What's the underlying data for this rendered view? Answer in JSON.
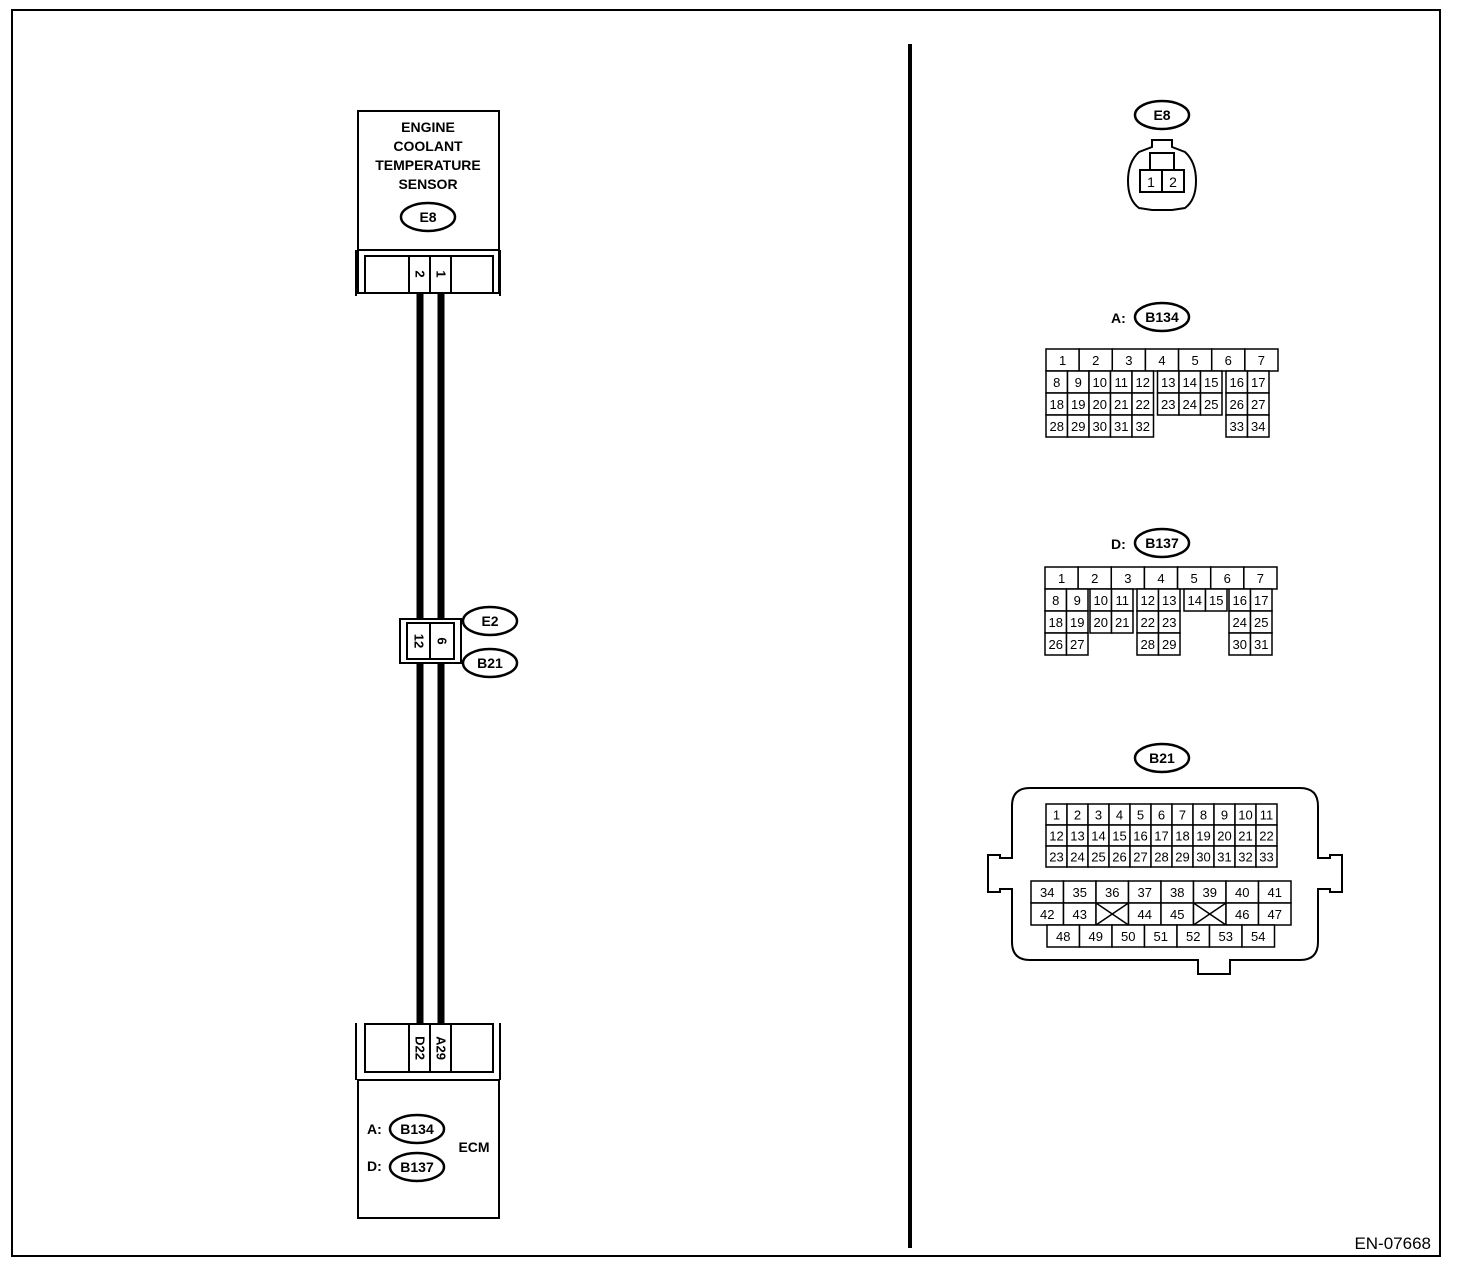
{
  "document_id": "EN-07668",
  "sensor": {
    "title_lines": [
      "ENGINE",
      "COOLANT",
      "TEMPERATURE",
      "SENSOR"
    ],
    "connector": "E8",
    "pins": [
      "2",
      "1"
    ]
  },
  "joint": {
    "pins": [
      "12",
      "6"
    ],
    "connectors": [
      "E2",
      "B21"
    ]
  },
  "ecm": {
    "label": "ECM",
    "pins": [
      "D22",
      "A29"
    ],
    "connectors": [
      {
        "prefix": "A:",
        "name": "B134"
      },
      {
        "prefix": "D:",
        "name": "B137"
      }
    ]
  },
  "views": {
    "e8": {
      "name": "E8",
      "pins": [
        "1",
        "2"
      ]
    },
    "b134": {
      "prefix": "A:",
      "name": "B134",
      "rows": [
        [
          "1",
          "2",
          "3",
          "4",
          "5",
          "6",
          "7"
        ],
        [
          "8",
          "9",
          "10",
          "11",
          "12",
          "13",
          "14",
          "15",
          "16",
          "17"
        ],
        [
          "18",
          "19",
          "20",
          "21",
          "22",
          "23",
          "24",
          "25",
          "26",
          "27"
        ],
        [
          "28",
          "29",
          "30",
          "31",
          "32",
          "33",
          "34"
        ]
      ]
    },
    "b137": {
      "prefix": "D:",
      "name": "B137",
      "rows": [
        [
          "1",
          "2",
          "3",
          "4",
          "5",
          "6",
          "7"
        ],
        [
          "8",
          "9",
          "10",
          "11",
          "12",
          "13",
          "14",
          "15",
          "16",
          "17"
        ],
        [
          "18",
          "19",
          "20",
          "21",
          "22",
          "23",
          "24",
          "25"
        ],
        [
          "26",
          "27",
          "28",
          "29",
          "30",
          "31"
        ]
      ]
    },
    "b21": {
      "name": "B21",
      "upper_rows": [
        [
          "1",
          "2",
          "3",
          "4",
          "5",
          "6",
          "7",
          "8",
          "9",
          "10",
          "11"
        ],
        [
          "12",
          "13",
          "14",
          "15",
          "16",
          "17",
          "18",
          "19",
          "20",
          "21",
          "22"
        ],
        [
          "23",
          "24",
          "25",
          "26",
          "27",
          "28",
          "29",
          "30",
          "31",
          "32",
          "33"
        ]
      ],
      "lower_rows": [
        [
          "34",
          "35",
          "36",
          "37",
          "38",
          "39",
          "40",
          "41"
        ],
        [
          "42",
          "43",
          "",
          "44",
          "45",
          "",
          "46",
          "47"
        ],
        [
          "48",
          "49",
          "50",
          "51",
          "52",
          "53",
          "54"
        ]
      ]
    }
  }
}
